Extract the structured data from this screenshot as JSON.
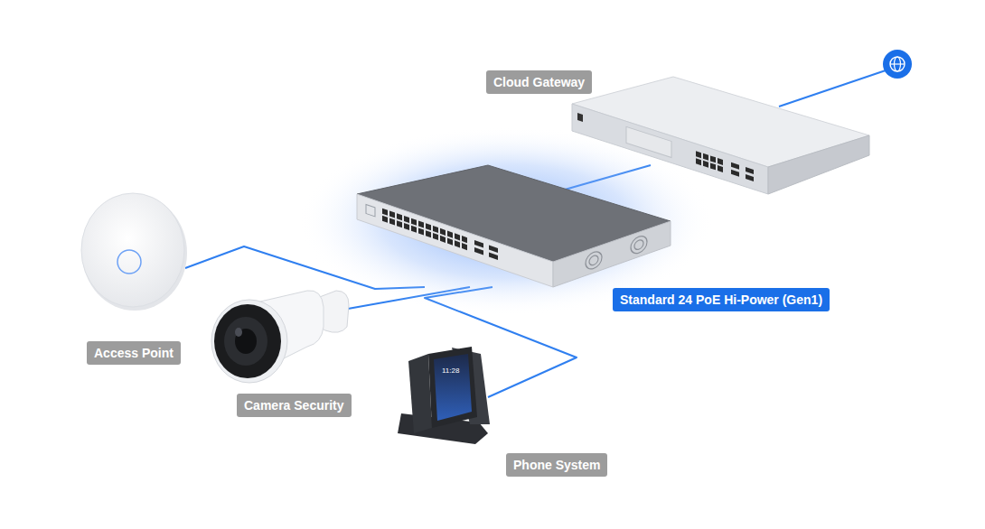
{
  "diagram": {
    "nodes": [
      {
        "text": [
          "Cloud Gateway"
        ]
      },
      {
        "text": [
          "Standard 24 PoE Hi-Power (Gen1)"
        ]
      },
      {
        "text": [
          "Access Point"
        ]
      },
      {
        "text": [
          "Camera Security"
        ]
      },
      {
        "text": [
          "Phone System"
        ]
      }
    ],
    "edges": [
      {
        "from": 1,
        "to": 0,
        "arrow": "none"
      },
      {
        "from": 1,
        "to": 2,
        "arrow": "none"
      },
      {
        "from": 1,
        "to": 3,
        "arrow": "none"
      },
      {
        "from": 1,
        "to": 4,
        "arrow": "none"
      }
    ],
    "labels": [
      "11:28"
    ]
  }
}
